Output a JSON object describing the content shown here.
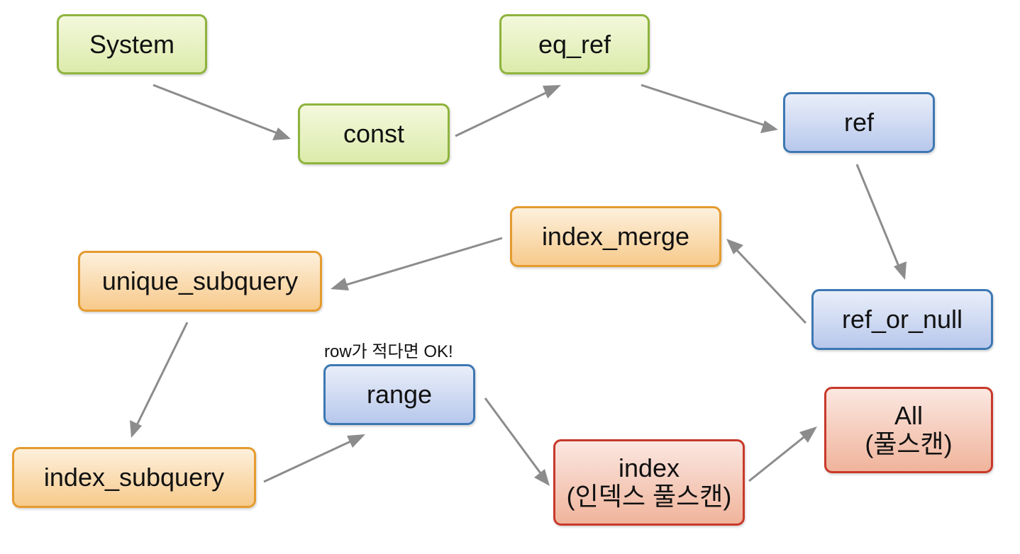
{
  "nodes": {
    "system": {
      "label": "System"
    },
    "const": {
      "label": "const"
    },
    "eq_ref": {
      "label": "eq_ref"
    },
    "ref": {
      "label": "ref"
    },
    "ref_or_null": {
      "label": "ref_or_null"
    },
    "index_merge": {
      "label": "index_merge"
    },
    "unique_subquery": {
      "label": "unique_subquery"
    },
    "index_subquery": {
      "label": "index_subquery"
    },
    "range": {
      "label": "range",
      "note": "row가 적다면 OK!"
    },
    "index": {
      "label": "index",
      "sublabel": "(인덱스 풀스캔)"
    },
    "all": {
      "label": "All",
      "sublabel": "(풀스캔)"
    }
  },
  "edges": [
    {
      "from": "System",
      "to": "const"
    },
    {
      "from": "const",
      "to": "eq_ref"
    },
    {
      "from": "eq_ref",
      "to": "ref"
    },
    {
      "from": "ref",
      "to": "ref_or_null"
    },
    {
      "from": "ref_or_null",
      "to": "index_merge"
    },
    {
      "from": "index_merge",
      "to": "unique_subquery"
    },
    {
      "from": "unique_subquery",
      "to": "index_subquery"
    },
    {
      "from": "index_subquery",
      "to": "range"
    },
    {
      "from": "range",
      "to": "index"
    },
    {
      "from": "index",
      "to": "All"
    }
  ],
  "colors": {
    "green_border": "#8eb33d",
    "blue_border": "#3d78b3",
    "orange_border": "#e59b2f",
    "red_border": "#c8392b",
    "arrow": "#8c8c8c"
  }
}
